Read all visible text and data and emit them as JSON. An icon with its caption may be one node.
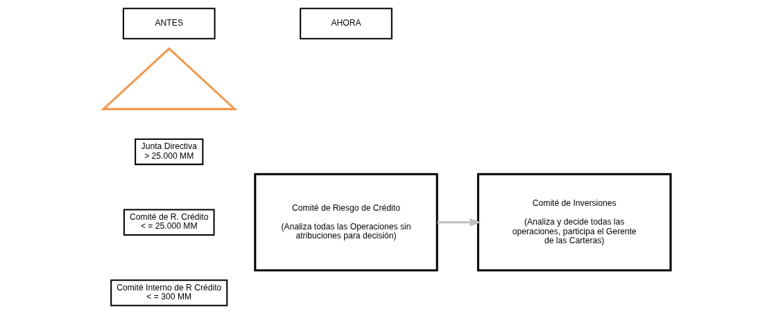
{
  "diagram": {
    "nodes": [
      {
        "text": [
          "ANTES"
        ]
      },
      {
        "text": [],
        "shape": "triangle"
      },
      {
        "text": [
          "Junta Directiva",
          "> 25.000 MM"
        ]
      },
      {
        "text": [
          "Comité de R. Crédito",
          "< = 25.000 MM"
        ]
      },
      {
        "text": [
          "Comité Interno de R Crédito",
          "< = 300 MM"
        ]
      },
      {
        "text": [
          "AHORA"
        ]
      },
      {
        "text": [
          "Comité de Riesgo de Crédito",
          "(Analiza todas las Operaciones sin atribuciones para decisión)"
        ]
      },
      {
        "text": [
          "Comité de Inversiones",
          "(Analiza y decide todas las operaciones, participa el Gerente de las Carteras)"
        ]
      }
    ],
    "edges": [
      {
        "from": 6,
        "to": 7,
        "arrow": "to",
        "color": "#bfbfbf"
      }
    ]
  }
}
